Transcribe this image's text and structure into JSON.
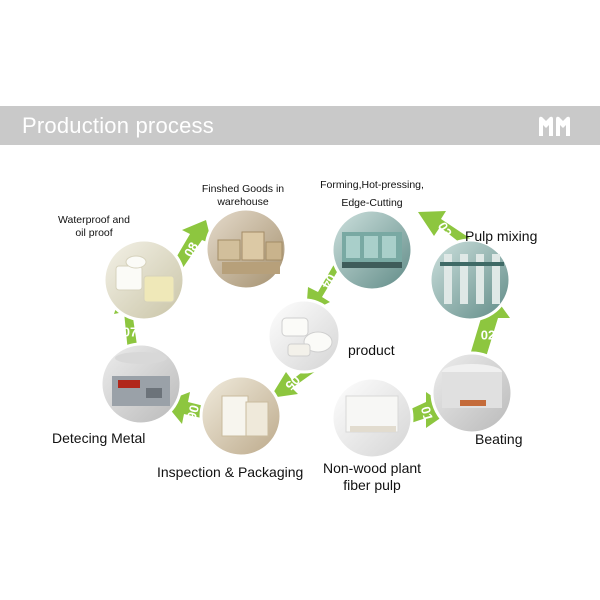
{
  "header": {
    "title": "Production process",
    "logo_icon": "mm-logo-icon"
  },
  "colors": {
    "banner": "#c9c9c9",
    "arrow": "#8dc63f",
    "arrow_dark": "#6aa12a",
    "text": "#111111"
  },
  "center_label": "product",
  "steps": [
    {
      "num": "01",
      "label": "Non-wood plant\nfiber pulp"
    },
    {
      "num": "02",
      "label": "Beating"
    },
    {
      "num": "03",
      "label": "Pulp mixing"
    },
    {
      "num": "04",
      "label": "Forming,Hot-pressing,\nEdge-Cutting"
    },
    {
      "num": "05",
      "label": ""
    },
    {
      "num": "06",
      "label": "Inspection & Packaging"
    },
    {
      "num": "07",
      "label": "Detecing Metal"
    },
    {
      "num": "08",
      "label": "Waterproof and\noil proof"
    }
  ],
  "extra_label": "Finshed Goods in\nwarehouse"
}
